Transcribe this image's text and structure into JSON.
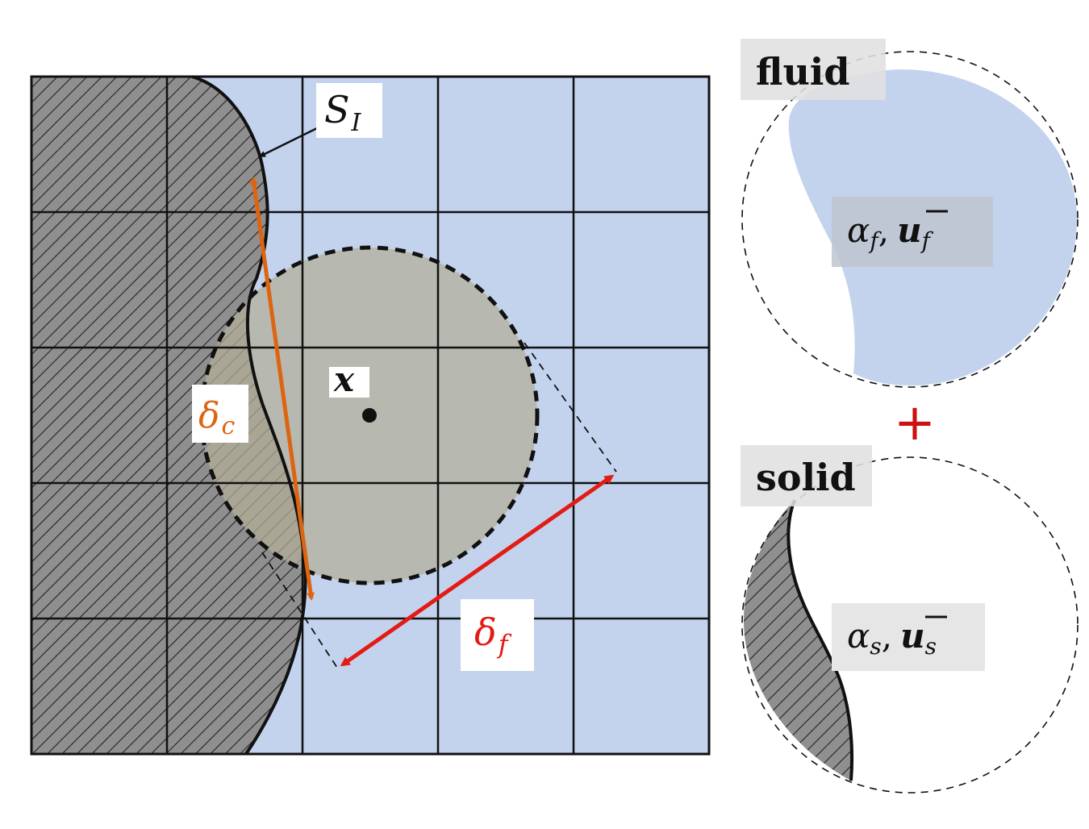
{
  "labels": {
    "interface": {
      "main": "S",
      "sub": "I"
    },
    "position": "x",
    "delta_c": {
      "main": "δ",
      "sub": "c"
    },
    "delta_f": {
      "main": "δ",
      "sub": "f"
    },
    "fluid": "fluid",
    "solid": "solid",
    "fluid_alpha": {
      "main": "α",
      "sub": "f",
      "sep": ",",
      "vec": "u",
      "vsub": "f"
    },
    "solid_alpha": {
      "main": "α",
      "sub": "s",
      "sep": ",",
      "vec": "u",
      "vsub": "s"
    },
    "plus": "+"
  },
  "colors": {
    "fluid": "#c3d3ee",
    "solid": "#8f8f8f",
    "kernel": "#b3ae98",
    "delta_c": "#dd6511",
    "delta_f": "#e31b12",
    "label_bg": "#e0e0e0",
    "plus": "#cc1111"
  }
}
